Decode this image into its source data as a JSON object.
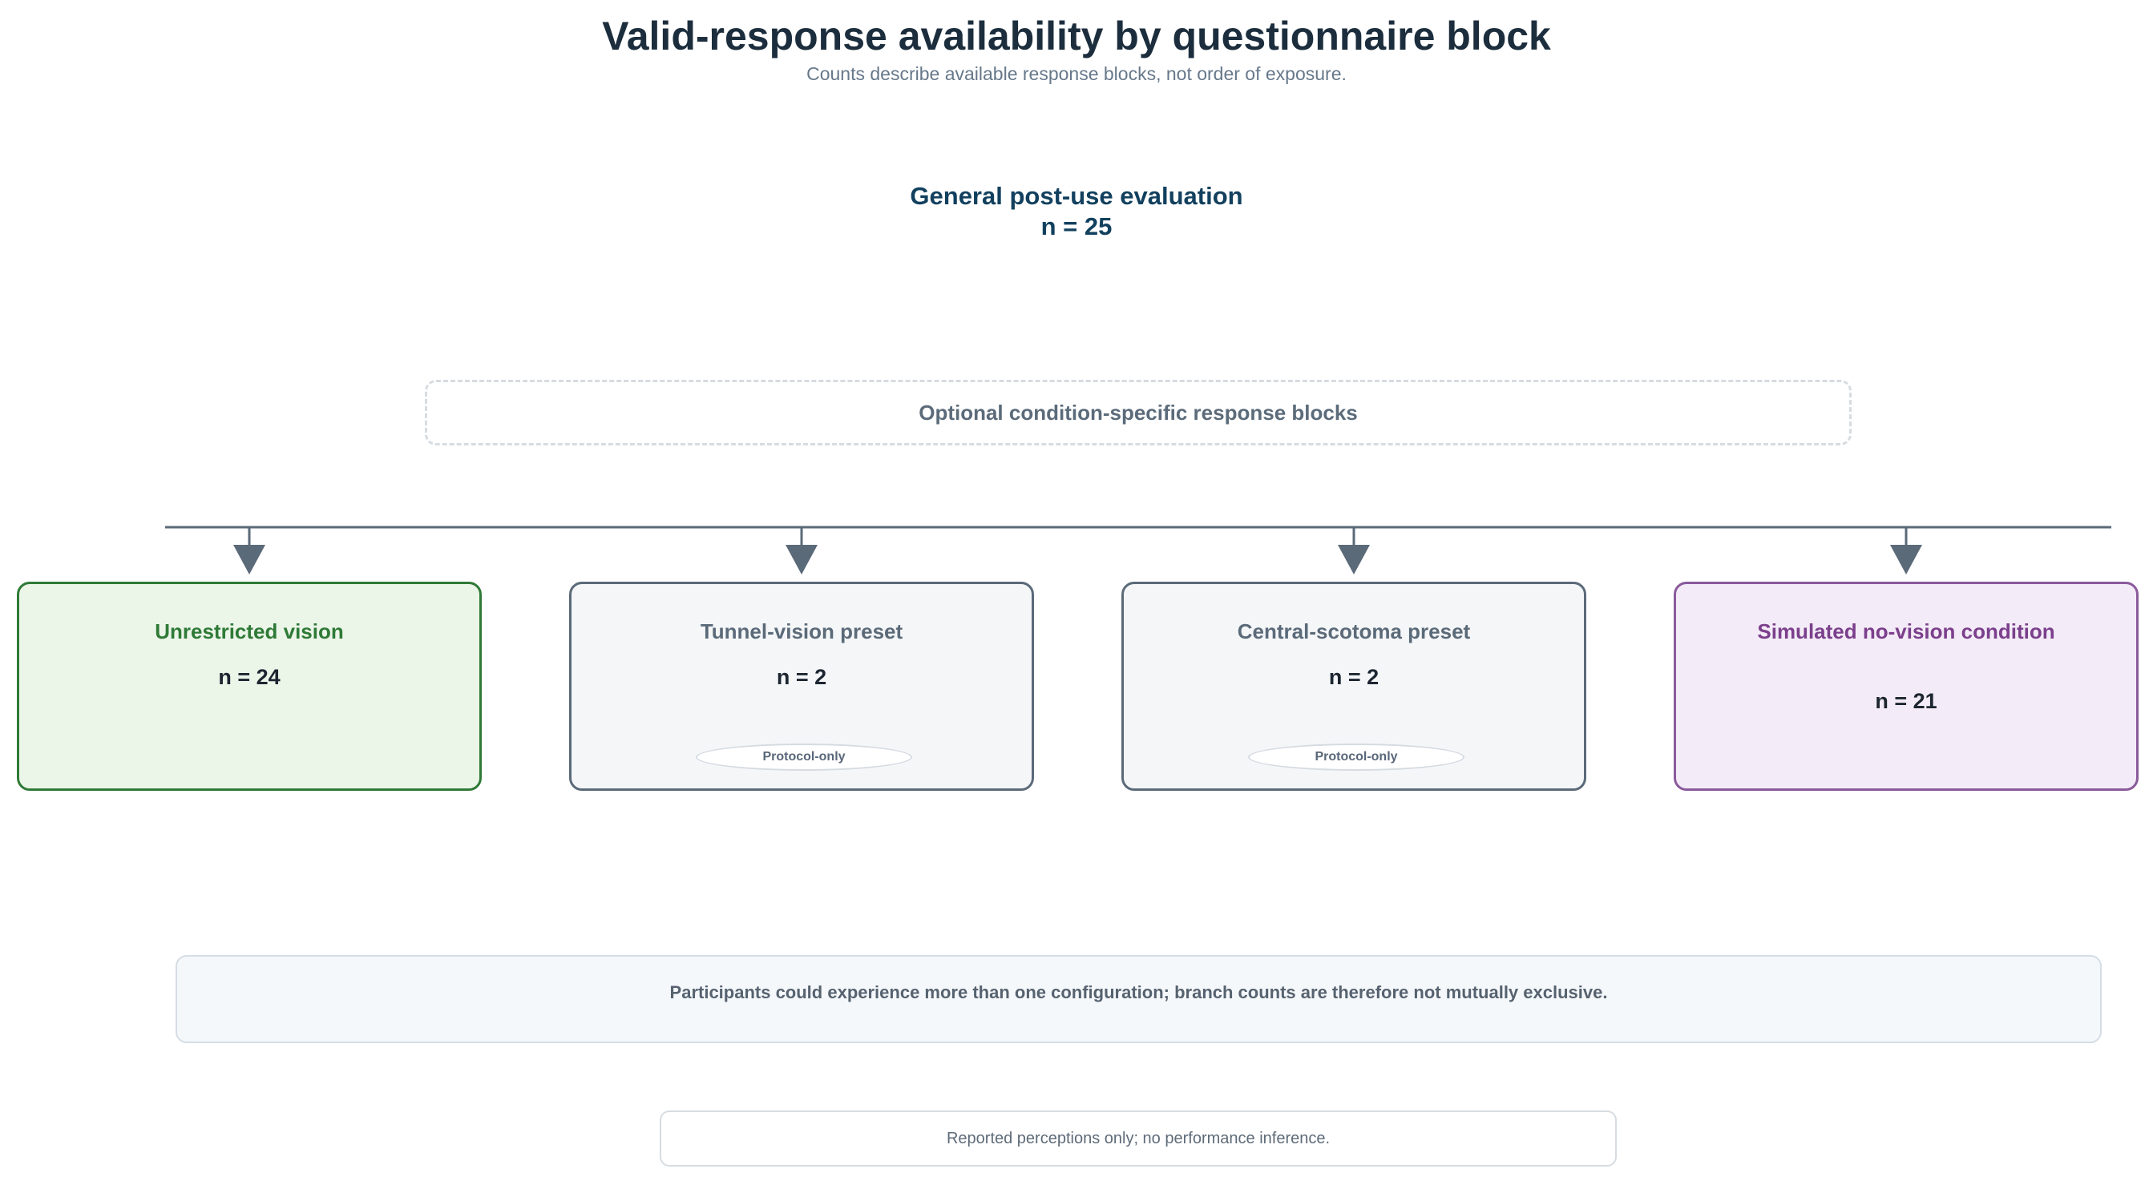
{
  "header": {
    "title": "Valid-response availability by questionnaire block",
    "subtitle": "Counts describe available response blocks, not order of exposure."
  },
  "root": {
    "title": "General post-use evaluation",
    "n": "n = 25"
  },
  "optional_block": {
    "label": "Optional condition-specific response blocks"
  },
  "branches": [
    {
      "label": "Unrestricted vision",
      "n": "n = 24",
      "badge": "",
      "color": "#2f7a36"
    },
    {
      "label": "Tunnel-vision preset",
      "n": "n = 2",
      "badge": "Protocol-only",
      "color": "#5b6a79"
    },
    {
      "label": "Central-scotoma preset",
      "n": "n = 2",
      "badge": "Protocol-only",
      "color": "#5b6a79"
    },
    {
      "label": "Simulated no-vision condition",
      "n": "n = 21",
      "badge": "",
      "color": "#8a5a9b"
    }
  ],
  "note": {
    "text": "Participants could experience more than one configuration; branch counts are therefore not mutually exclusive."
  },
  "footer": {
    "text": "Reported perceptions only; no performance inference."
  },
  "colors": {
    "connector": "#5b6a79",
    "title": "#1c2e3d",
    "root": "#12405e"
  }
}
